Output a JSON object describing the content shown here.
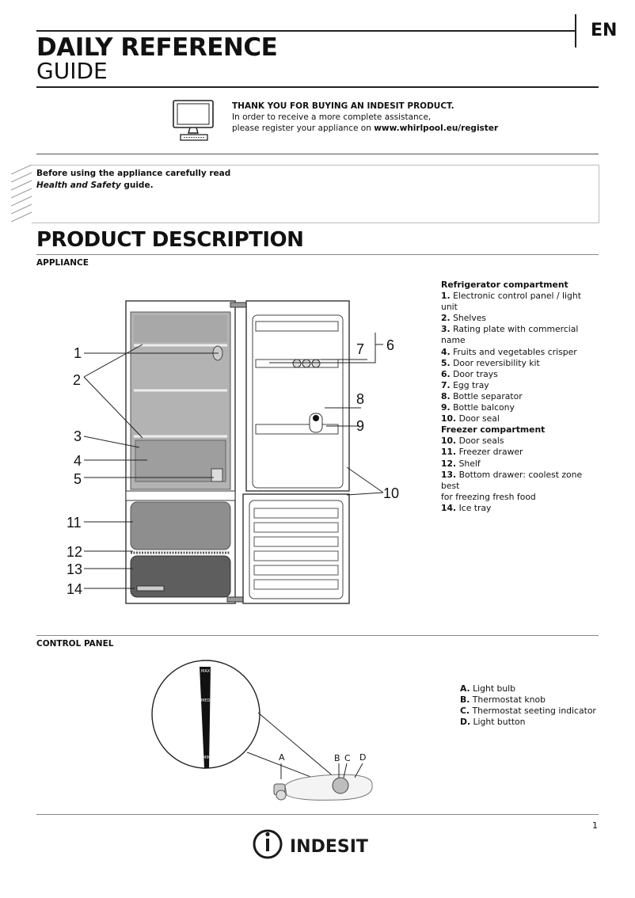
{
  "header": {
    "title_line1": "DAILY REFERENCE",
    "title_line2": "GUIDE",
    "language": "EN"
  },
  "registration": {
    "heading": "THANK YOU FOR BUYING AN INDESIT PRODUCT.",
    "line1": "In order to receive a more complete assistance,",
    "line2_prefix": "please register your appliance on ",
    "url": "www.whirlpool.eu/register",
    "icon": "computer-monitor-icon"
  },
  "safety": {
    "line1": "Before using the appliance carefully read",
    "guide_name": "Health and Safety",
    "guide_suffix": " guide."
  },
  "product": {
    "heading": "PRODUCT DESCRIPTION",
    "appliance_label": "APPLIANCE",
    "fridge_heading": "Refrigerator compartment",
    "fridge_items": [
      {
        "n": "1.",
        "t": "Electronic control panel / light unit"
      },
      {
        "n": "2.",
        "t": "Shelves"
      },
      {
        "n": "3.",
        "t": "Rating plate with commercial name"
      },
      {
        "n": "4.",
        "t": "Fruits and vegetables crisper"
      },
      {
        "n": "5.",
        "t": "Door reversibility kit"
      },
      {
        "n": "6.",
        "t": "Door trays"
      },
      {
        "n": "7.",
        "t": "Egg tray"
      },
      {
        "n": "8.",
        "t": "Bottle separator"
      },
      {
        "n": "9.",
        "t": "Bottle balcony"
      },
      {
        "n": "10.",
        "t": "Door seal"
      }
    ],
    "freezer_heading": "Freezer compartment",
    "freezer_items": [
      {
        "n": "10.",
        "t": "Door seals"
      },
      {
        "n": "11.",
        "t": "Freezer drawer"
      },
      {
        "n": "12.",
        "t": "Shelf"
      },
      {
        "n": "13.",
        "t": "Bottom drawer: coolest zone best"
      },
      {
        "n": "",
        "t": "for freezing fresh food"
      },
      {
        "n": "14.",
        "t": "Ice tray"
      }
    ],
    "callouts": [
      "1",
      "2",
      "3",
      "4",
      "5",
      "6",
      "7",
      "8",
      "9",
      "10",
      "11",
      "12",
      "13",
      "14"
    ]
  },
  "control_panel": {
    "label": "CONTROL PANEL",
    "knob_marks": {
      "max": "MAX",
      "med": "MED",
      "min": "MIN"
    },
    "letters": [
      "A",
      "B",
      "C",
      "D"
    ],
    "items": [
      {
        "n": "A.",
        "t": "Light bulb"
      },
      {
        "n": "B.",
        "t": "Thermostat knob"
      },
      {
        "n": "C.",
        "t": "Thermostat seeting indicator"
      },
      {
        "n": "D.",
        "t": "Light button"
      }
    ]
  },
  "footer": {
    "page_number": "1",
    "brand": "INDESIT"
  }
}
